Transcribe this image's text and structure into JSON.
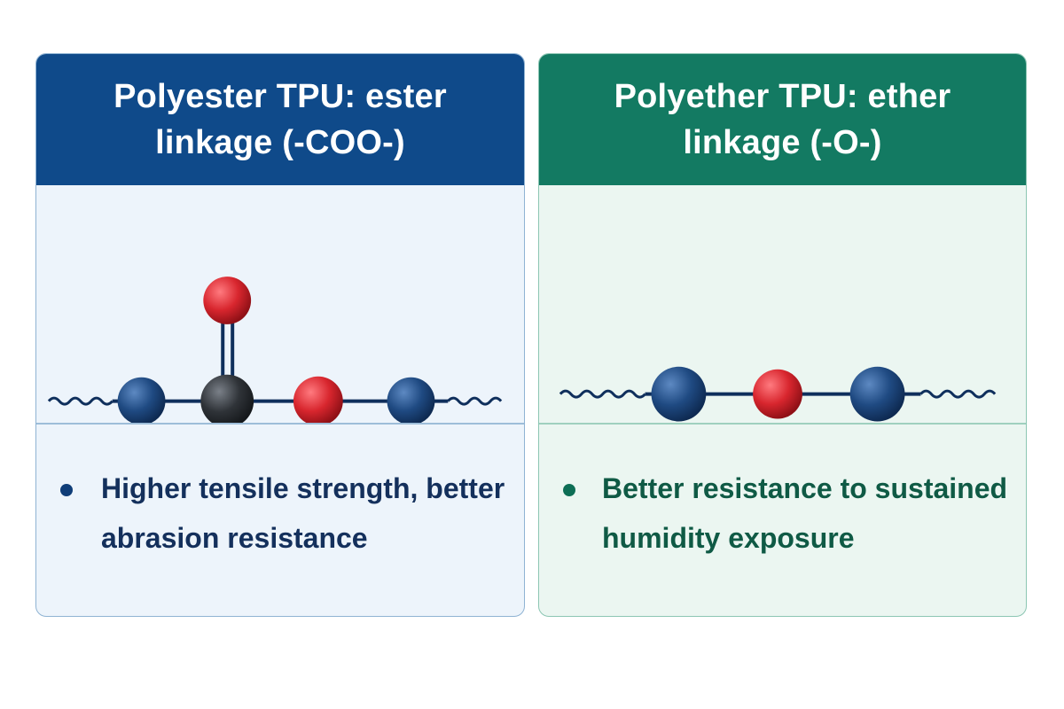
{
  "panels": {
    "ester": {
      "title": "Polyester TPU: ester linkage (-COO-)",
      "bullet": "Higher tensile strength, better abrasion resistance",
      "accent": "#0f4a8a"
    },
    "ether": {
      "title": "Polyether TPU: ether linkage (-O-)",
      "bullet": "Better resistance to sustained humidity exposure",
      "accent": "#137a62"
    }
  },
  "atom_colors": {
    "carbon_chain": "#1f4a82",
    "carbonyl_carbon": "#2f3338",
    "oxygen": "#d8262e"
  }
}
